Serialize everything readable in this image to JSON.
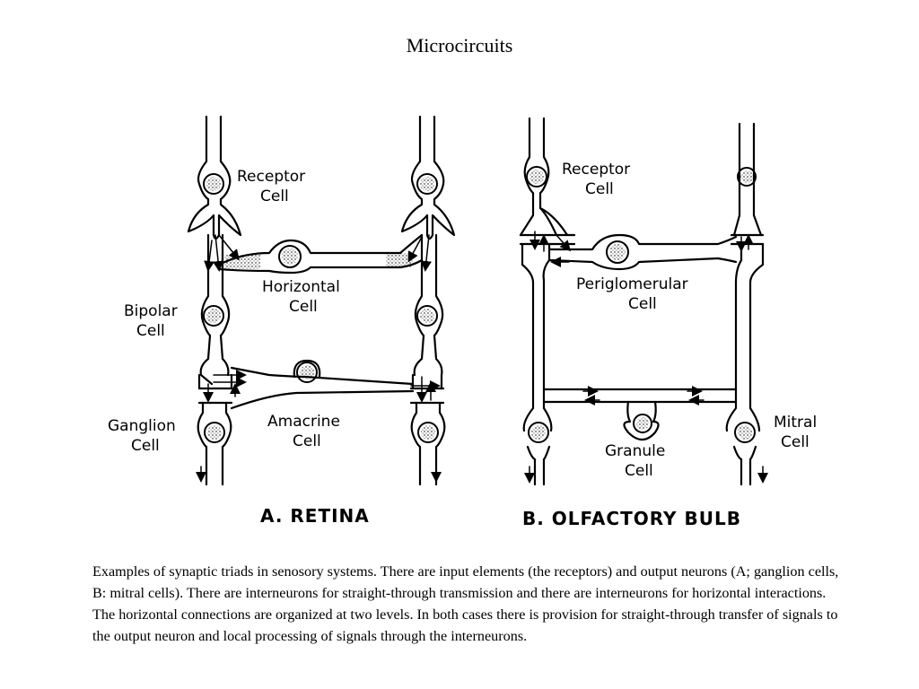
{
  "title": "Microcircuits",
  "retina": {
    "panel_label": "A. RETINA",
    "receptor": [
      "Receptor",
      "Cell"
    ],
    "horizontal": [
      "Horizontal",
      "Cell"
    ],
    "bipolar": [
      "Bipolar",
      "Cell"
    ],
    "amacrine": [
      "Amacrine",
      "Cell"
    ],
    "ganglion": [
      "Ganglion",
      "Cell"
    ]
  },
  "olfactory": {
    "panel_label": "B. OLFACTORY BULB",
    "receptor": [
      "Receptor",
      "Cell"
    ],
    "periglomerular": [
      "Periglomerular",
      "Cell"
    ],
    "mitral": [
      "Mitral",
      "Cell"
    ],
    "granule": [
      "Granule",
      "Cell"
    ]
  },
  "caption": "Examples of synaptic triads in senosory systems. There are input elements (the receptors) and output neurons (A; ganglion cells, B: mitral cells). There are interneurons for straight-through transmission and there are interneurons for horizontal interactions. The horizontal connections are organized at two levels. In both cases there is provision for straight-through transfer of signals to the output neuron and local processing of signals through the interneurons."
}
